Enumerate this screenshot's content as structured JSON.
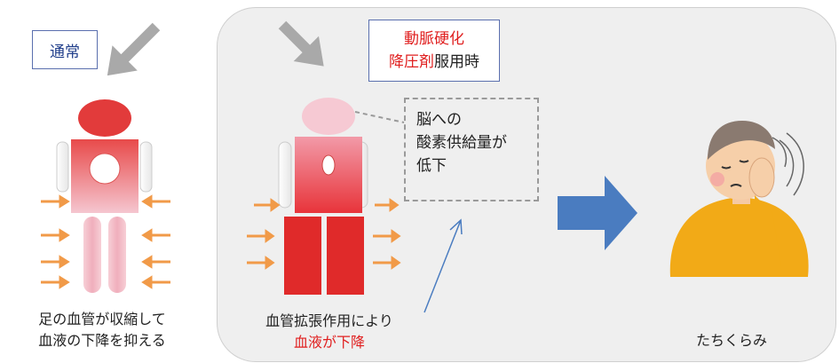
{
  "normal_label": "通常",
  "condition": {
    "line1": "動脈硬化",
    "line2_red": "降圧剤",
    "line2_rest": "服用時"
  },
  "callout": {
    "line1": "脳への",
    "line2": "酸素供給量が",
    "line3": "低下"
  },
  "captions": {
    "left_line1": "足の血管が収縮して",
    "left_line2": "血液の下降を抑える",
    "middle_line1": "血管拡張作用により",
    "middle_line2_red": "血液が下降",
    "right": "たちくらみ"
  },
  "colors": {
    "accent_red": "#e02020",
    "arrow_blue": "#4a7cc0",
    "panel_gray": "#efefef"
  }
}
